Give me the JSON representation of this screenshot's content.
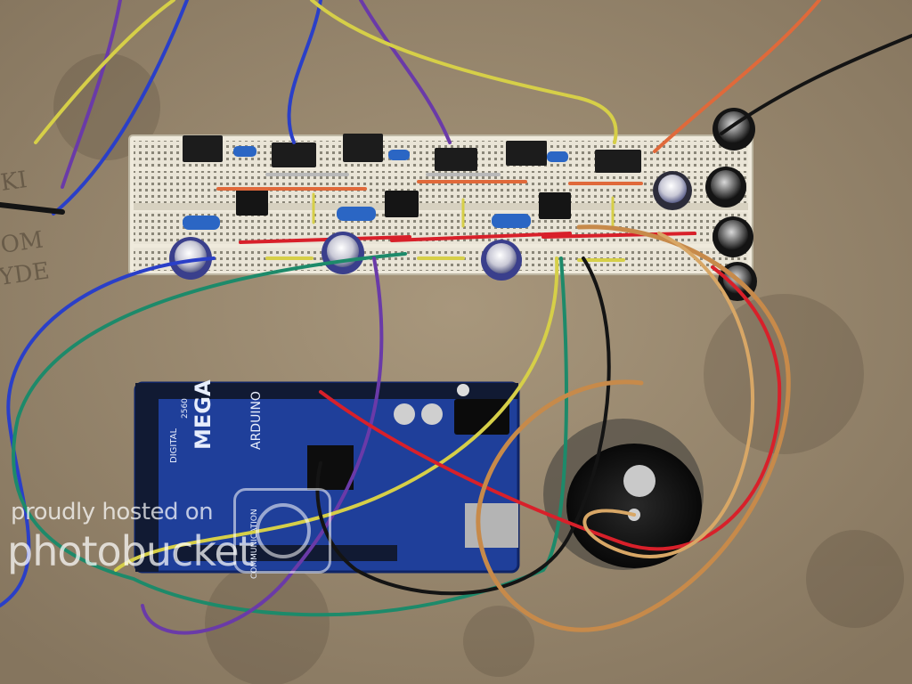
{
  "photo": {
    "subject": "Arduino Mega with breadboard circuit, capacitors and speaker",
    "colors": {
      "workbench": "#9a8a72",
      "breadboard": "#e9e4d6",
      "arduino": "#1f3f9a",
      "wire_red": "#d8202a",
      "wire_green": "#1d8a6a",
      "wire_blue": "#2a3fc8",
      "wire_purple": "#6a3aa8",
      "wire_yellow": "#d6cf48",
      "wire_black": "#141414",
      "wire_copper": "#c78a4a",
      "capacitor_blue": "#2b3a8f",
      "speaker": "#111111"
    }
  },
  "board_labels": {
    "mega": "MEGA",
    "arduino": "ARDUINO",
    "digital": "DIGITAL",
    "communication": "COMMUNICATION",
    "model": "2560"
  },
  "workbench_text": {
    "left_edge": [
      "KI",
      "OM",
      "YDE"
    ]
  },
  "watermark": {
    "line1": "proudly hosted on",
    "line2": "photobucket"
  }
}
